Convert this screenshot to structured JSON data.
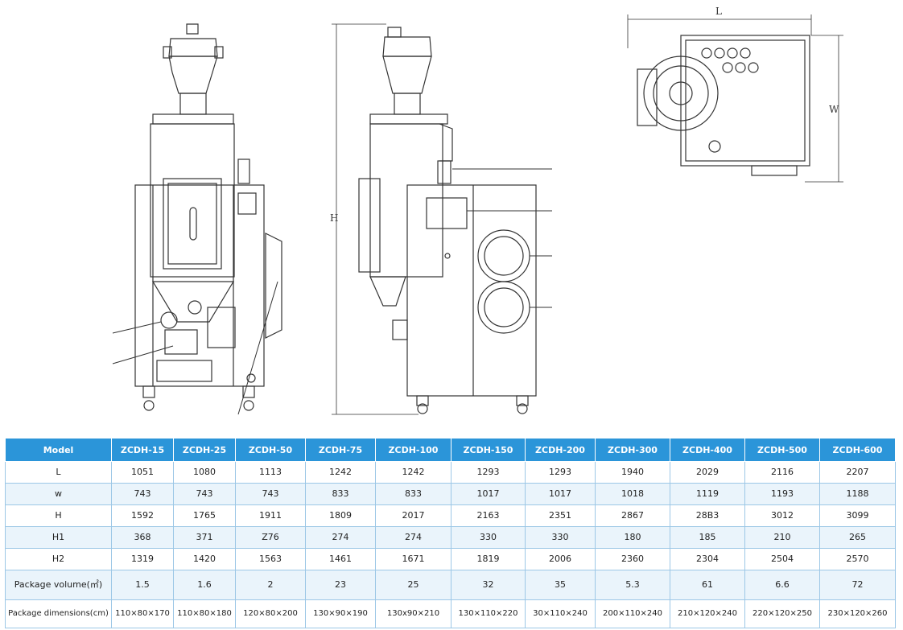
{
  "drawing_labels": {
    "length": "L",
    "width": "W",
    "height": "H"
  },
  "table": {
    "header": [
      "Model",
      "ZCDH-15",
      "ZCDH-25",
      "ZCDH-50",
      "ZCDH-75",
      "ZCDH-100",
      "ZCDH-150",
      "ZCDH-200",
      "ZCDH-300",
      "ZCDH-400",
      "ZCDH-500",
      "ZCDH-600"
    ],
    "rows": [
      {
        "label": "L",
        "values": [
          "1051",
          "1080",
          "1113",
          "1242",
          "1242",
          "1293",
          "1293",
          "1940",
          "2029",
          "2116",
          "2207"
        ]
      },
      {
        "label": "w",
        "values": [
          "743",
          "743",
          "743",
          "833",
          "833",
          "1017",
          "1017",
          "1018",
          "1119",
          "1193",
          "1188"
        ]
      },
      {
        "label": "H",
        "values": [
          "1592",
          "1765",
          "1911",
          "1809",
          "2017",
          "2163",
          "2351",
          "2867",
          "28B3",
          "3012",
          "3099"
        ]
      },
      {
        "label": "H1",
        "values": [
          "368",
          "371",
          "Z76",
          "274",
          "274",
          "330",
          "330",
          "180",
          "185",
          "210",
          "265"
        ]
      },
      {
        "label": "H2",
        "values": [
          "1319",
          "1420",
          "1563",
          "1461",
          "1671",
          "1819",
          "2006",
          "2360",
          "2304",
          "2504",
          "2570"
        ]
      },
      {
        "label": "Package volume(㎡)",
        "values": [
          "1.5",
          "1.6",
          "2",
          "23",
          "25",
          "32",
          "35",
          "5.3",
          "61",
          "6.6",
          "72"
        ]
      },
      {
        "label": "Package dimensions(cm)",
        "values": [
          "110×80×170",
          "110×80×180",
          "120×80×200",
          "130×90×190",
          "130x90×210",
          "130×110×220",
          "30×110×240",
          "200×110×240",
          "210×120×240",
          "220×120×250",
          "230×120×260"
        ]
      }
    ]
  }
}
